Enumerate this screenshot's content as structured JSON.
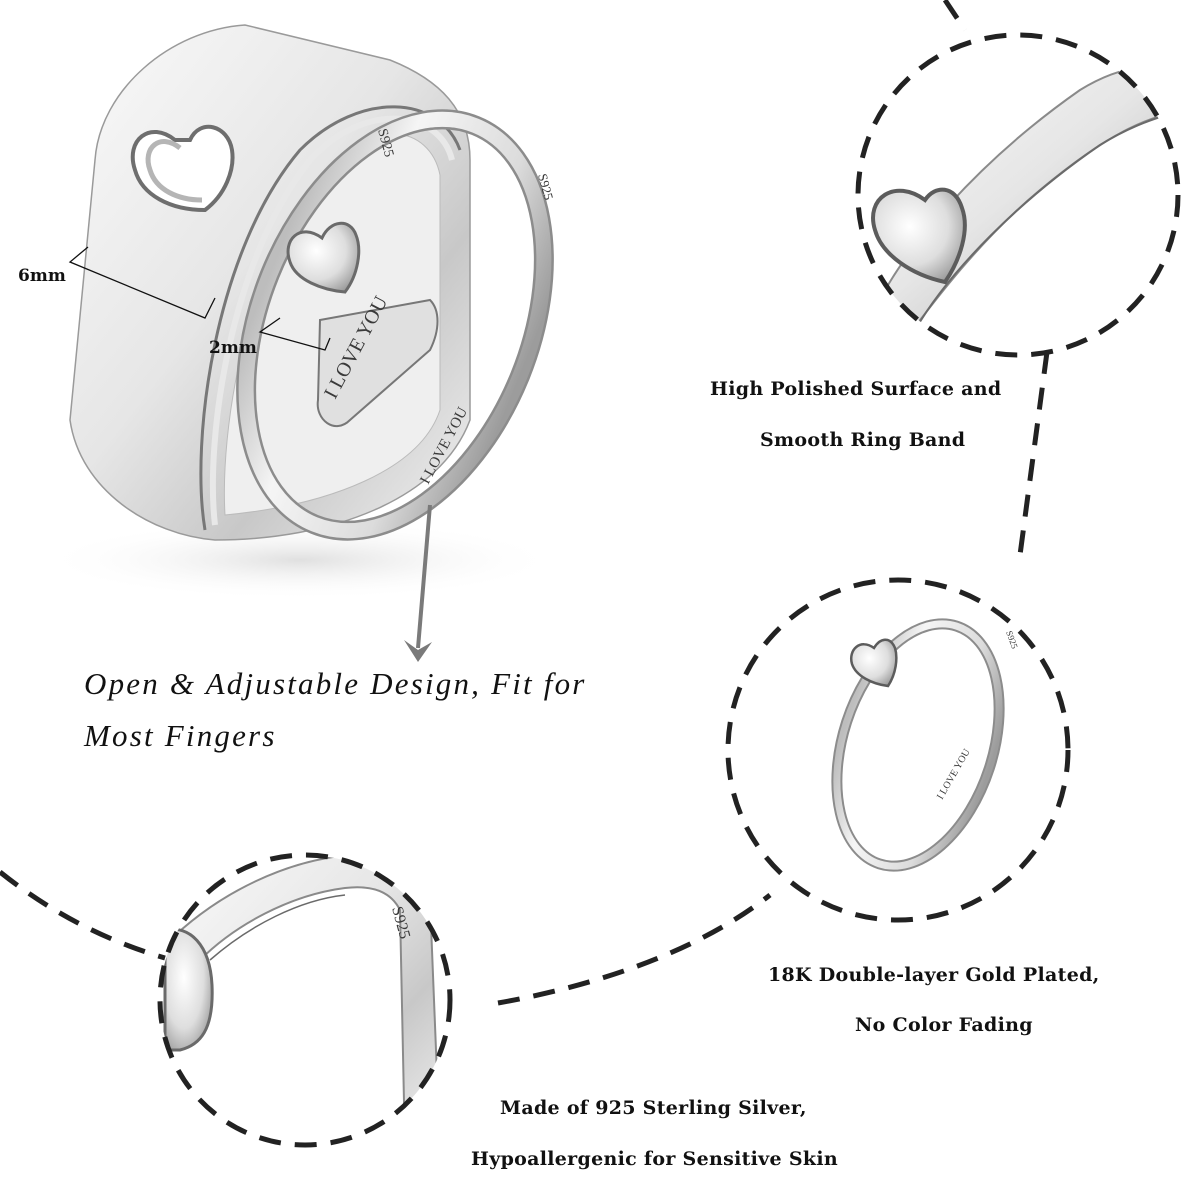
{
  "dimensions": {
    "wide_band_width": "6mm",
    "thin_band_width": "2mm"
  },
  "engravings": {
    "inner_text": "I LOVE YOU",
    "stamp": "S925"
  },
  "features": {
    "adjustable": {
      "line1": "Open & Adjustable Design, Fit for",
      "line2": "Most Fingers"
    },
    "polished": {
      "line1": "High Polished Surface and",
      "line2": "Smooth Ring Band"
    },
    "plated": {
      "line1": "18K Double-layer Gold Plated,",
      "line2": "No Color Fading"
    },
    "material": {
      "line1": "Made of 925 Sterling Silver,",
      "line2": "Hypoallergenic for Sensitive Skin"
    }
  },
  "colors": {
    "background": "#ffffff",
    "dash": "#222222",
    "text": "#111111",
    "arrow": "#7a7a7a",
    "silver_light": "#f4f4f4",
    "silver_mid": "#cfcfcf",
    "silver_dark": "#8a8a8a"
  }
}
